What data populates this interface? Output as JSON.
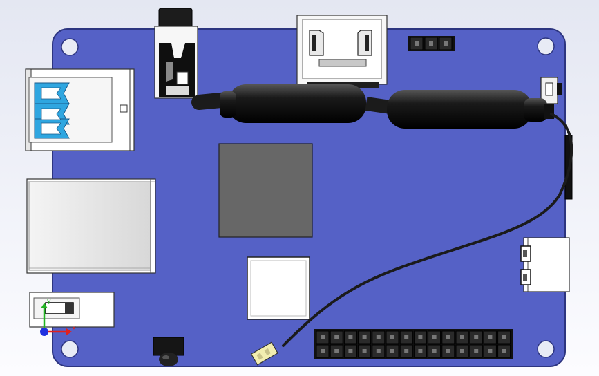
{
  "viewport": {
    "background_top": "#e4e7f2",
    "background_bottom": "#fcfcff"
  },
  "board": {
    "pcb_color": "#5561c6",
    "pcb_edge_color": "#2d3580",
    "mount_hole_color": "#e8ebf5"
  },
  "components": {
    "usb_a_port": {
      "icon": "usb-a-icon",
      "tongue_color": "#2fa6e0"
    },
    "ethernet_port": {
      "icon": "rj45-icon"
    },
    "audio_jack": {
      "icon": "audio-jack-icon"
    },
    "hdmi_port": {
      "icon": "hdmi-icon"
    },
    "main_chip": {
      "color": "#676767"
    },
    "secondary_chip": {
      "color": "#ffffff"
    },
    "gpio_header": {
      "rows": 2,
      "columns": 14
    },
    "small_header": {
      "pins": 3
    },
    "antenna_cable": {
      "color": "#1b1b1b"
    },
    "jst_connector": {
      "color": "#f2edb0"
    },
    "usb_c_port": {
      "icon": "usb-c-icon"
    },
    "micro_switch": {
      "icon": "switch-icon"
    }
  },
  "triad": {
    "x_label": "X",
    "y_label": "Y",
    "x_color": "#e02020",
    "y_color": "#22b422",
    "z_color": "#2030e0"
  }
}
